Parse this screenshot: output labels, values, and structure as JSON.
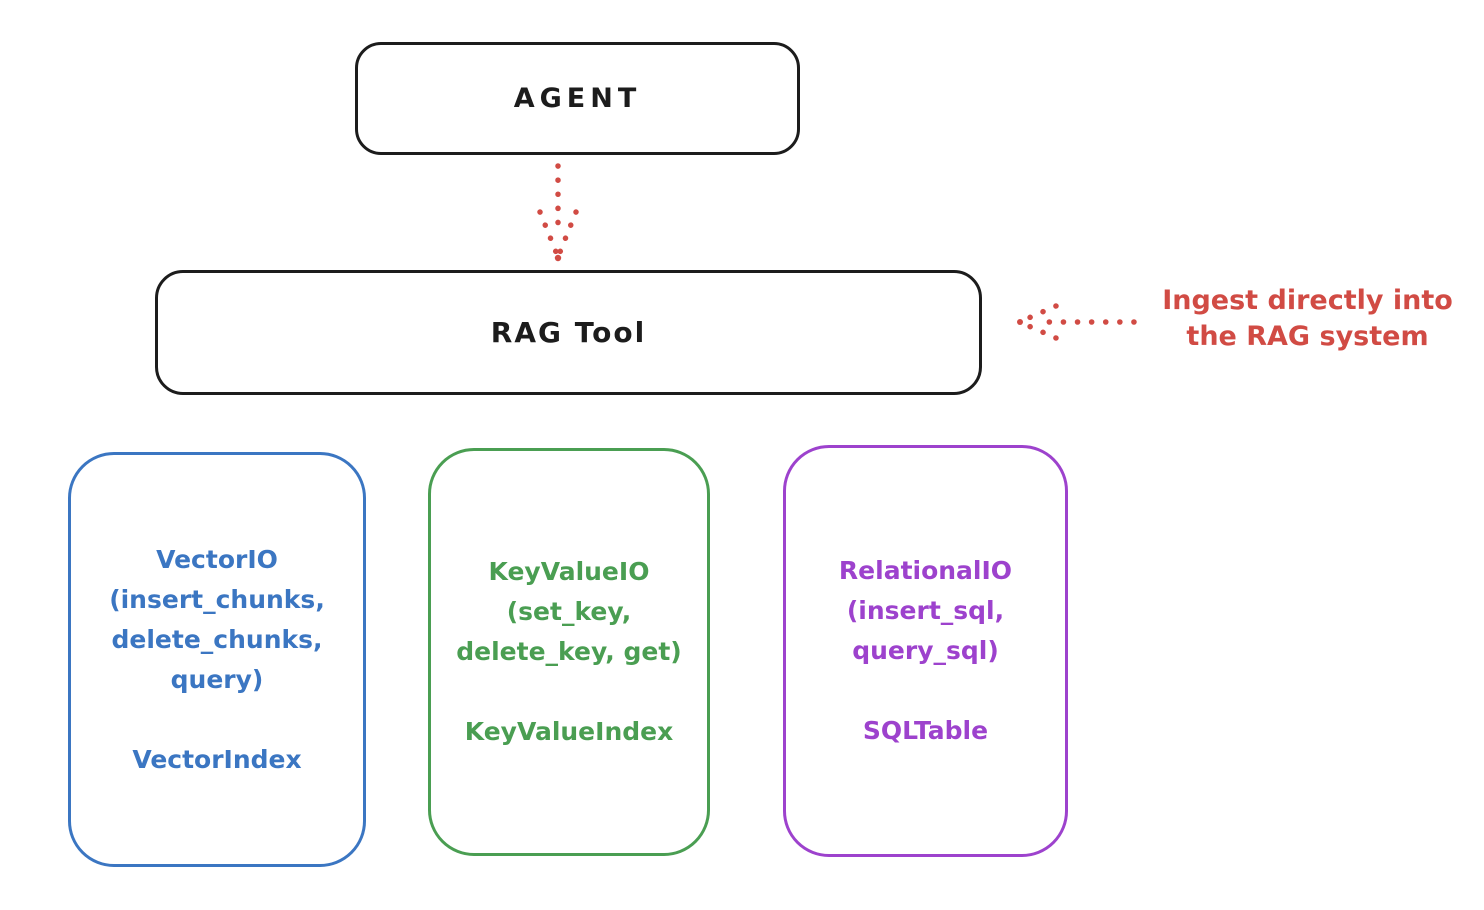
{
  "diagram": {
    "background_color": "#ffffff",
    "ink_color": "#1c1c1c",
    "arrow_color": "#d14b44",
    "agent": {
      "label": "AGENT"
    },
    "rag_tool": {
      "label": "RAG Tool"
    },
    "annotation": {
      "color": "#d14b44",
      "lines": [
        "Ingest directly into",
        "the RAG system"
      ]
    },
    "io_boxes": [
      {
        "color": "#3b76c2",
        "title_lines": [
          "VectorIO",
          "(insert_chunks,",
          "delete_chunks,",
          "query)"
        ],
        "index_label": "VectorIndex"
      },
      {
        "color": "#4a9e52",
        "title_lines": [
          "KeyValueIO",
          "(set_key,",
          "delete_key, get)"
        ],
        "index_label": "KeyValueIndex"
      },
      {
        "color": "#9d42cd",
        "title_lines": [
          "RelationalIO",
          "(insert_sql,",
          "query_sql)"
        ],
        "index_label": "SQLTable"
      }
    ]
  }
}
